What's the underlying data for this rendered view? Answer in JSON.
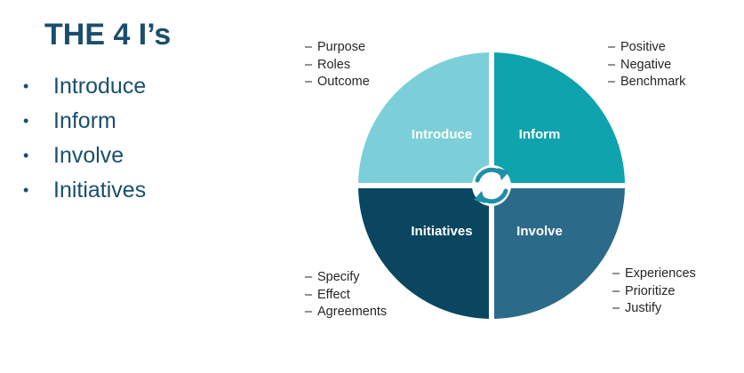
{
  "title": "THE 4 I’s",
  "bullets": [
    "Introduce",
    "Inform",
    "Involve",
    "Initiatives"
  ],
  "bullet_glyph": "•",
  "dash_glyph": "–",
  "quadrants": {
    "top_left": {
      "label": "Introduce",
      "color": "#7ccfd8",
      "notes": [
        "Purpose",
        "Roles",
        "Outcome"
      ]
    },
    "top_right": {
      "label": "Inform",
      "color": "#0fa3ad",
      "notes": [
        "Positive",
        "Negative",
        "Benchmark"
      ]
    },
    "bottom_left": {
      "label": "Initiatives",
      "color": "#0b4660",
      "notes": [
        "Specify",
        "Effect",
        "Agreements"
      ]
    },
    "bottom_right": {
      "label": "Involve",
      "color": "#2c6a8a",
      "notes": [
        "Experiences",
        "Prioritize",
        "Justify"
      ]
    }
  },
  "center_icon": "refresh-cycle-icon",
  "colors": {
    "title": "#1a4f6b",
    "text": "#262626",
    "divider": "#ffffff"
  }
}
